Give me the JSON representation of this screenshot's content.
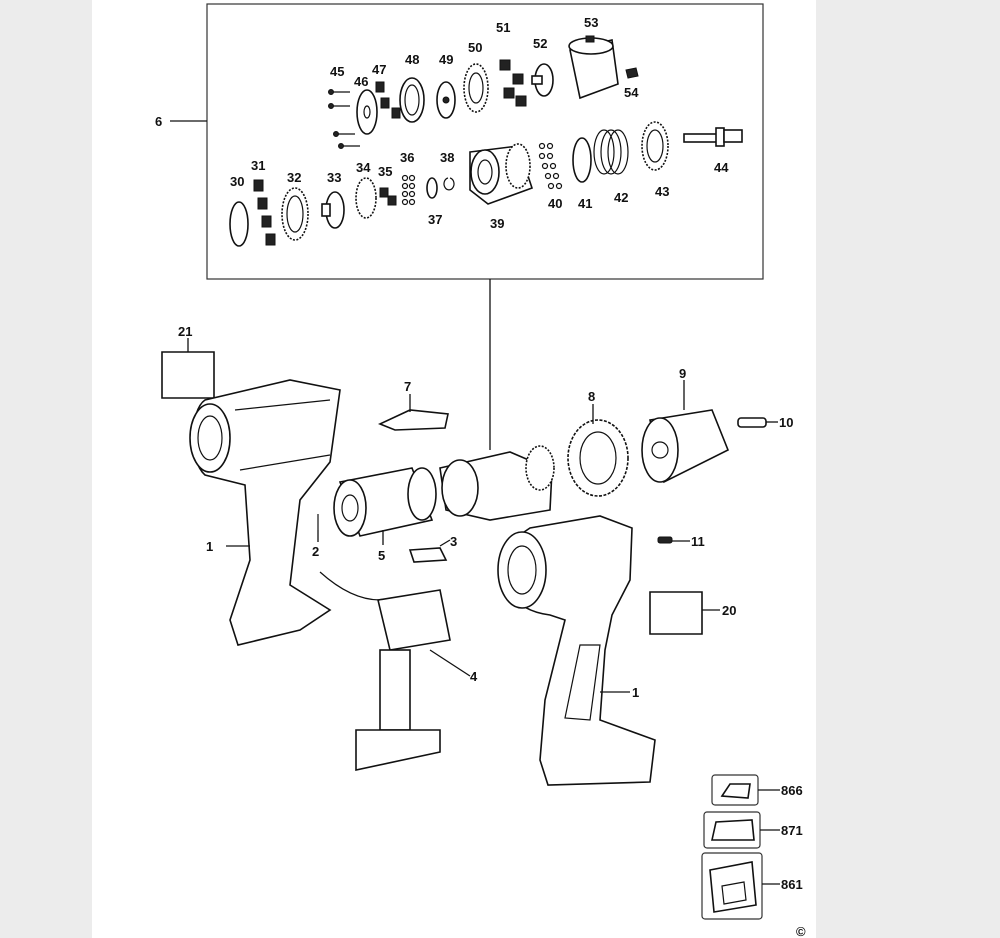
{
  "callouts": {
    "c6": "6",
    "c45": "45",
    "c46": "46",
    "c47": "47",
    "c48": "48",
    "c49": "49",
    "c50": "50",
    "c51": "51",
    "c52": "52",
    "c53": "53",
    "c54": "54",
    "c30": "30",
    "c31": "31",
    "c32": "32",
    "c33": "33",
    "c34": "34",
    "c35": "35",
    "c36": "36",
    "c37": "37",
    "c38": "38",
    "c39": "39",
    "c40": "40",
    "c41": "41",
    "c42": "42",
    "c43": "43",
    "c44": "44",
    "c21": "21",
    "c7": "7",
    "c8": "8",
    "c9": "9",
    "c10": "10",
    "c1a": "1",
    "c2": "2",
    "c5": "5",
    "c3": "3",
    "c4": "4",
    "c11": "11",
    "c20": "20",
    "c1b": "1",
    "c866": "866",
    "c871": "871",
    "c861": "861"
  },
  "copyright": "©"
}
